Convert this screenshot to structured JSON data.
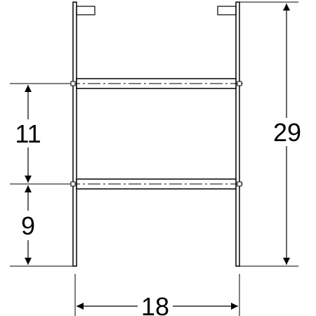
{
  "drawing": {
    "dimensions": {
      "height_total": "29",
      "shelf_spacing": "11",
      "bottom_clearance": "9",
      "width": "18"
    }
  }
}
